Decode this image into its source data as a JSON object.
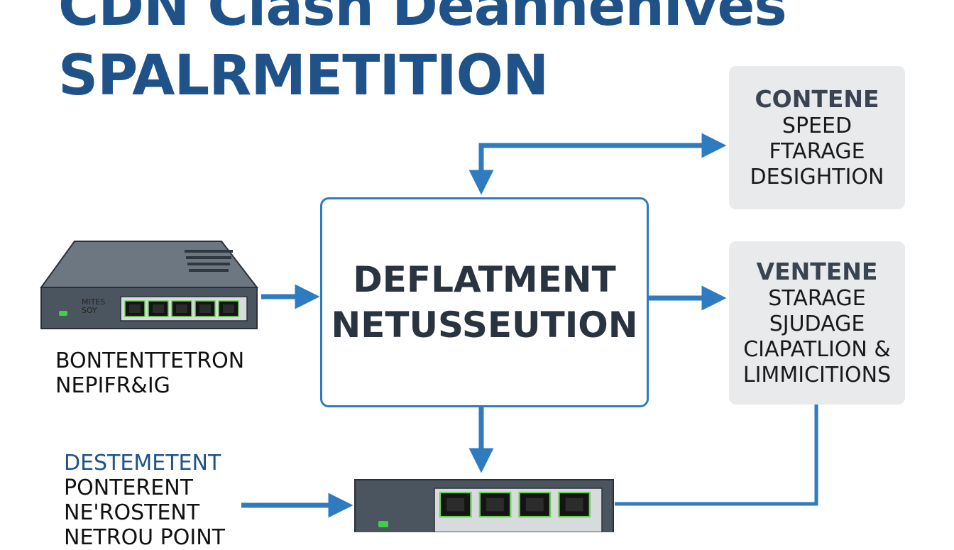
{
  "title": {
    "line1": "CDN Clash Deannenives",
    "line2": "SPALRMETITION"
  },
  "center_box": {
    "line1": "DEFLATMENT",
    "line2": "NETUSSEUTION"
  },
  "panel_top": {
    "heading": "CONTENE",
    "lines": [
      "SPEED",
      "FTARAGE",
      "DESIGHTION"
    ]
  },
  "panel_mid": {
    "heading": "VENTENE",
    "lines": [
      "STARAGE",
      "SJUDAGE",
      "CIAPATLION &",
      "LIMMICITIONS"
    ]
  },
  "left_device": {
    "label_line1": "MITES",
    "label_line2": "SOY"
  },
  "left_caption": {
    "lines": [
      "BONTENTTETRON",
      "NEPIFR&IG"
    ]
  },
  "bottom_left": {
    "heading": "DESTEMETENT",
    "lines": [
      "PONTERENT",
      "NE'ROSTENT",
      "NETROU POINT"
    ]
  },
  "colors": {
    "title": "#1e5288",
    "accent": "#2e7bc0",
    "panel_bg": "#e8eaec",
    "device": "#4b5560",
    "led": "#3ecf4a"
  },
  "icons": [
    "network-switch-icon",
    "ethernet-port-icon",
    "status-led-icon",
    "flow-arrow-icon"
  ]
}
